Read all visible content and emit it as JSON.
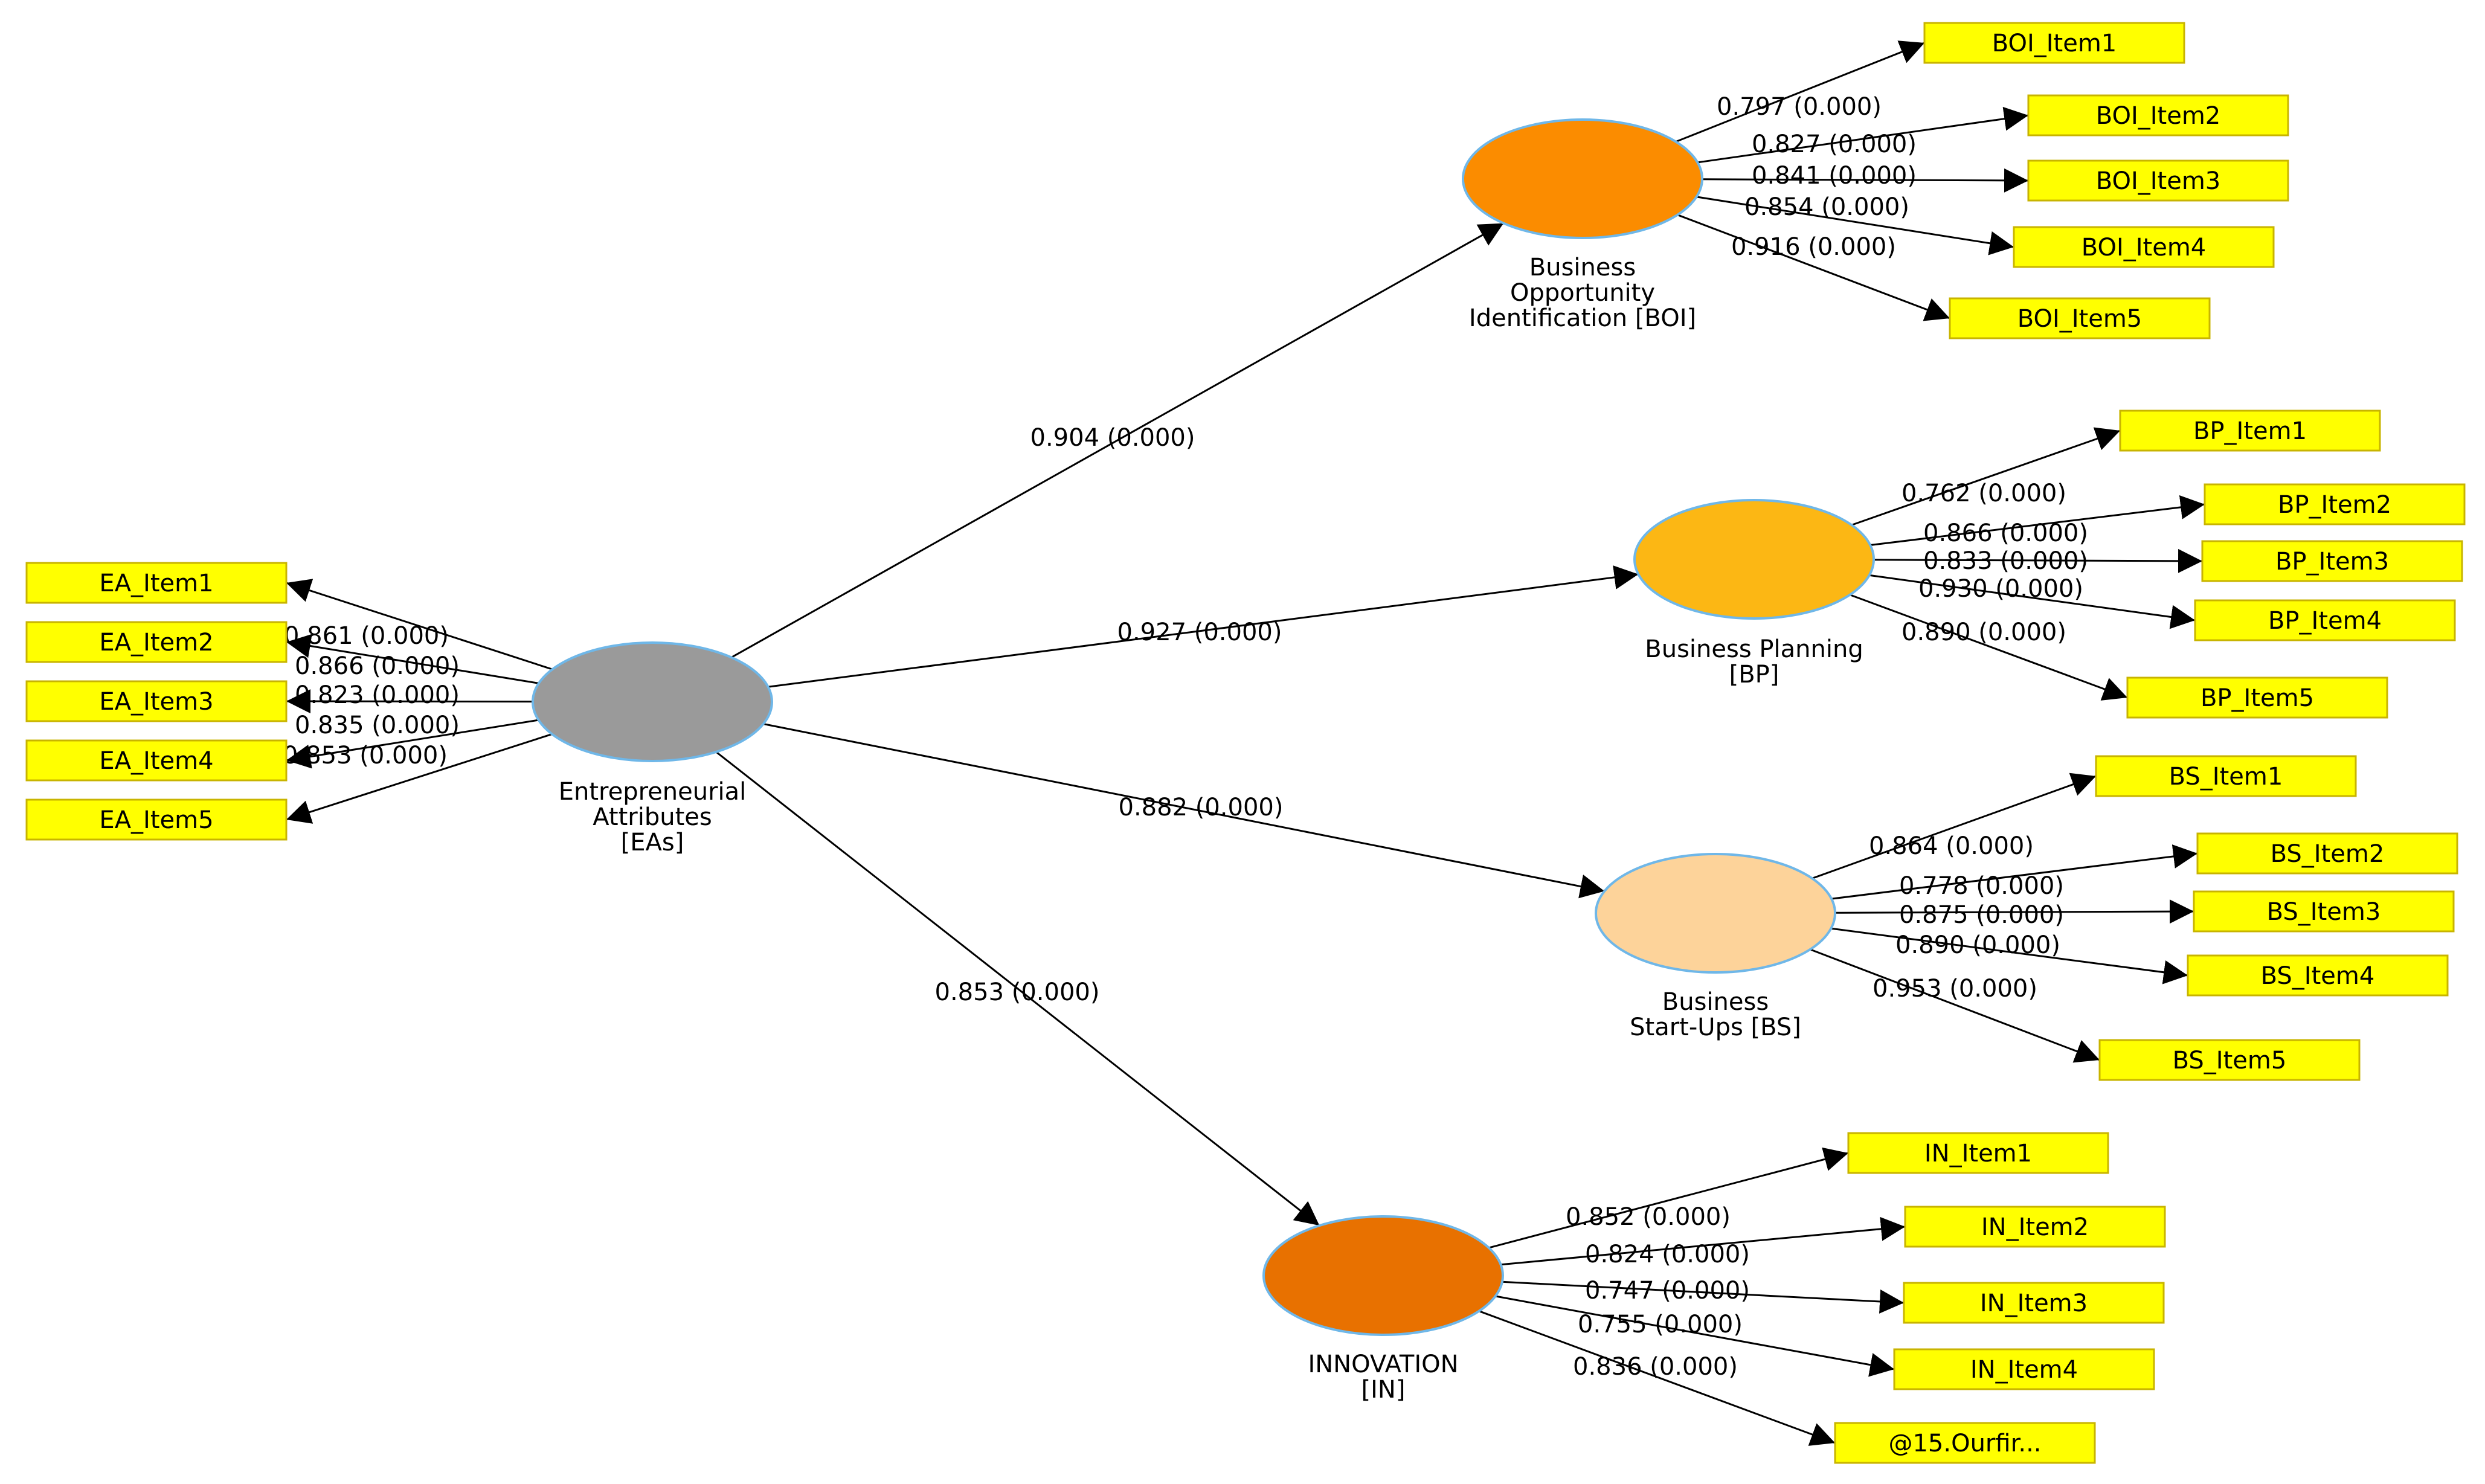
{
  "model": {
    "latent": [
      {
        "id": "ea",
        "label_lines": [
          "Entrepreneurial",
          "Attributes",
          "[EAs]"
        ],
        "color": "#9a9a9a"
      },
      {
        "id": "boi",
        "label_lines": [
          "Business",
          "Opportunity",
          "Identification [BOI]"
        ],
        "color": "#fb8c00"
      },
      {
        "id": "bp",
        "label_lines": [
          "Business Planning",
          "[BP]"
        ],
        "color": "#fcb714"
      },
      {
        "id": "bs",
        "label_lines": [
          "Business",
          "Start-Ups [BS]"
        ],
        "color": "#fdd39a"
      },
      {
        "id": "in",
        "label_lines": [
          "INNOVATION",
          "[IN]"
        ],
        "color": "#e87100"
      }
    ],
    "structural_paths": [
      {
        "from": "ea",
        "to": "boi",
        "label": "0.904 (0.000)"
      },
      {
        "from": "ea",
        "to": "bp",
        "label": "0.927 (0.000)"
      },
      {
        "from": "ea",
        "to": "bs",
        "label": "0.882 (0.000)"
      },
      {
        "from": "ea",
        "to": "in",
        "label": "0.853 (0.000)"
      }
    ],
    "indicators": {
      "ea": [
        {
          "name": "EA_Item1",
          "label": "0.861 (0.000)"
        },
        {
          "name": "EA_Item2",
          "label": "0.866 (0.000)"
        },
        {
          "name": "EA_Item3",
          "label": "0.823 (0.000)"
        },
        {
          "name": "EA_Item4",
          "label": "0.835 (0.000)"
        },
        {
          "name": "EA_Item5",
          "label": "0.853 (0.000)"
        }
      ],
      "boi": [
        {
          "name": "BOI_Item1",
          "label": "0.797 (0.000)"
        },
        {
          "name": "BOI_Item2",
          "label": "0.827 (0.000)"
        },
        {
          "name": "BOI_Item3",
          "label": "0.841 (0.000)"
        },
        {
          "name": "BOI_Item4",
          "label": "0.854 (0.000)"
        },
        {
          "name": "BOI_Item5",
          "label": "0.916 (0.000)"
        }
      ],
      "bp": [
        {
          "name": "BP_Item1",
          "label": "0.762 (0.000)"
        },
        {
          "name": "BP_Item2",
          "label": "0.866 (0.000)"
        },
        {
          "name": "BP_Item3",
          "label": "0.833 (0.000)"
        },
        {
          "name": "BP_Item4",
          "label": "0.930 (0.000)"
        },
        {
          "name": "BP_Item5",
          "label": "0.890 (0.000)"
        }
      ],
      "bs": [
        {
          "name": "BS_Item1",
          "label": "0.864 (0.000)"
        },
        {
          "name": "BS_Item2",
          "label": "0.778 (0.000)"
        },
        {
          "name": "BS_Item3",
          "label": "0.875 (0.000)"
        },
        {
          "name": "BS_Item4",
          "label": "0.890 (0.000)"
        },
        {
          "name": "BS_Item5",
          "label": "0.953 (0.000)"
        }
      ],
      "in": [
        {
          "name": "IN_Item1",
          "label": "0.852 (0.000)"
        },
        {
          "name": "IN_Item2",
          "label": "0.824 (0.000)"
        },
        {
          "name": "IN_Item3",
          "label": "0.747 (0.000)"
        },
        {
          "name": "IN_Item4",
          "label": "0.755 (0.000)"
        },
        {
          "name": "@15.Ourfir...",
          "label": "0.836 (0.000)"
        }
      ]
    },
    "colors": {
      "indicator_fill": "#ffff00",
      "indicator_border": "#c8b400",
      "circle_border": "#6fb7e8",
      "arrow": "#000000"
    }
  }
}
